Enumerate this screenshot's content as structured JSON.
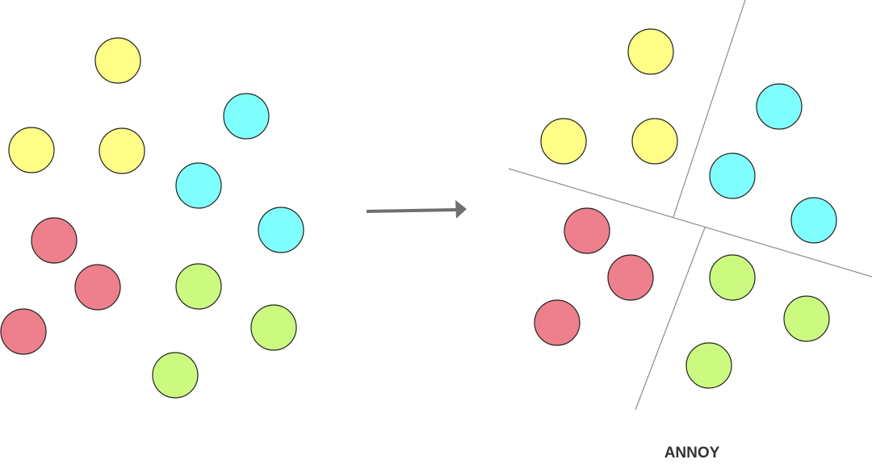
{
  "caption": "ANNOY",
  "colors": {
    "yellow": "#FFFF88",
    "cyan": "#80FFFF",
    "red": "#ED808C",
    "green": "#CCFA80",
    "outline": "#222222",
    "arrow": "#6F6F6F",
    "split_line": "#8C8C8C"
  },
  "groups": [
    {
      "name": "yellow",
      "count": 3
    },
    {
      "name": "cyan",
      "count": 3
    },
    {
      "name": "red",
      "count": 3
    },
    {
      "name": "green",
      "count": 3
    }
  ]
}
